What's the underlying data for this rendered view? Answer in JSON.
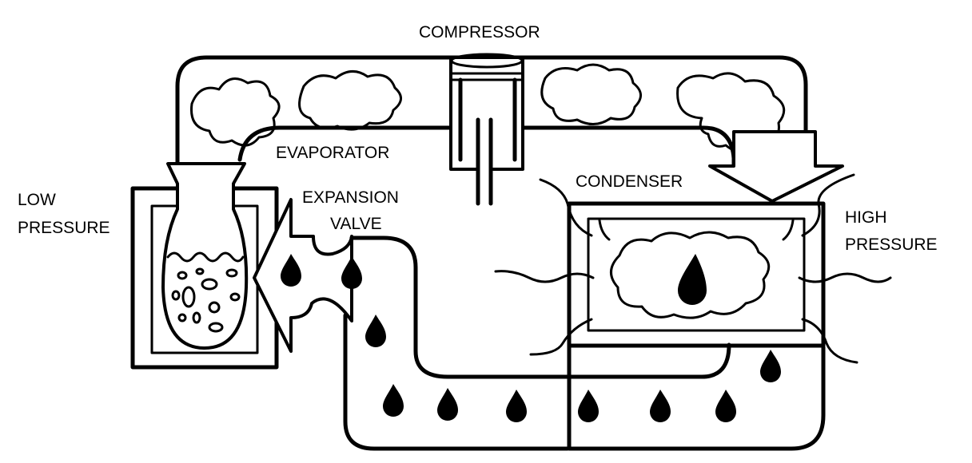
{
  "labels": {
    "compressor": "COMPRESSOR",
    "evaporator": "EVAPORATOR",
    "condenser": "CONDENSER",
    "expansion_line1": "EXPANSION",
    "expansion_line2": "VALVE",
    "low_line1": "LOW",
    "low_line2": "PRESSURE",
    "high_line1": "HIGH",
    "high_line2": "PRESSURE"
  },
  "colors": {
    "ink": "#000000",
    "background": "#ffffff"
  }
}
